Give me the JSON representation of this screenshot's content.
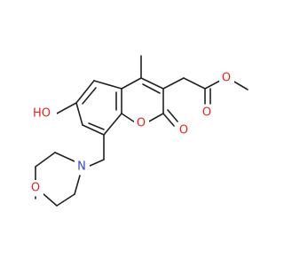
{
  "structure": {
    "colors": {
      "bond": "#222222",
      "oxygen": "#e8251f",
      "nitrogen": "#2f47d6",
      "background": "#ffffff"
    },
    "atom_labels": {
      "hydroxyl": "HO",
      "ring_oxygen": "O",
      "carbonyl_oxygen": "O",
      "ester_carbonyl_oxygen": "O",
      "ester_oxygen": "O",
      "morpholine_nitrogen": "N",
      "morpholine_oxygen": "O"
    }
  }
}
